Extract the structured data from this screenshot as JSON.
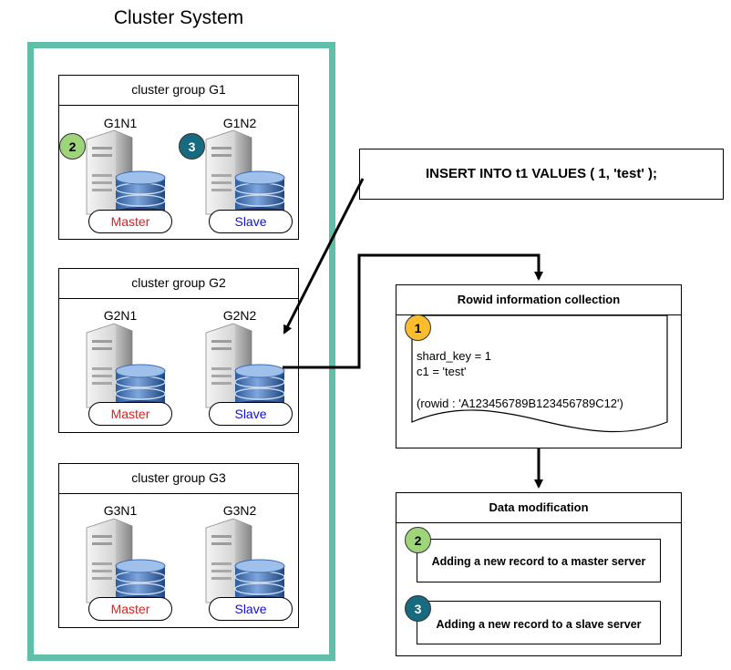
{
  "title": "Cluster System",
  "groups": [
    {
      "name": "cluster group G1",
      "nodes": [
        {
          "label": "G1N1",
          "role": "Master"
        },
        {
          "label": "G1N2",
          "role": "Slave"
        }
      ]
    },
    {
      "name": "cluster group G2",
      "nodes": [
        {
          "label": "G2N1",
          "role": "Master"
        },
        {
          "label": "G2N2",
          "role": "Slave"
        }
      ]
    },
    {
      "name": "cluster group G3",
      "nodes": [
        {
          "label": "G3N1",
          "role": "Master"
        },
        {
          "label": "G3N2",
          "role": "Slave"
        }
      ]
    }
  ],
  "badges": {
    "one": "1",
    "two": "2",
    "three": "3"
  },
  "sql": "INSERT INTO t1 VALUES ( 1, 'test' );",
  "rowid_panel": {
    "title": "Rowid information collection",
    "lines": [
      "shard_key = 1",
      "c1 = 'test'",
      "(rowid : 'A123456789B123456789C12')"
    ]
  },
  "data_panel": {
    "title": "Data modification",
    "steps": [
      "Adding a new record to a master server",
      "Adding a new record to a slave server"
    ]
  },
  "colors": {
    "frame": "#5fbfa8",
    "master": "#e0201c",
    "slave": "#1010d0",
    "badge_green": "#9ed47a",
    "badge_orange": "#fbbd2e",
    "badge_teal": "#176a7f"
  }
}
